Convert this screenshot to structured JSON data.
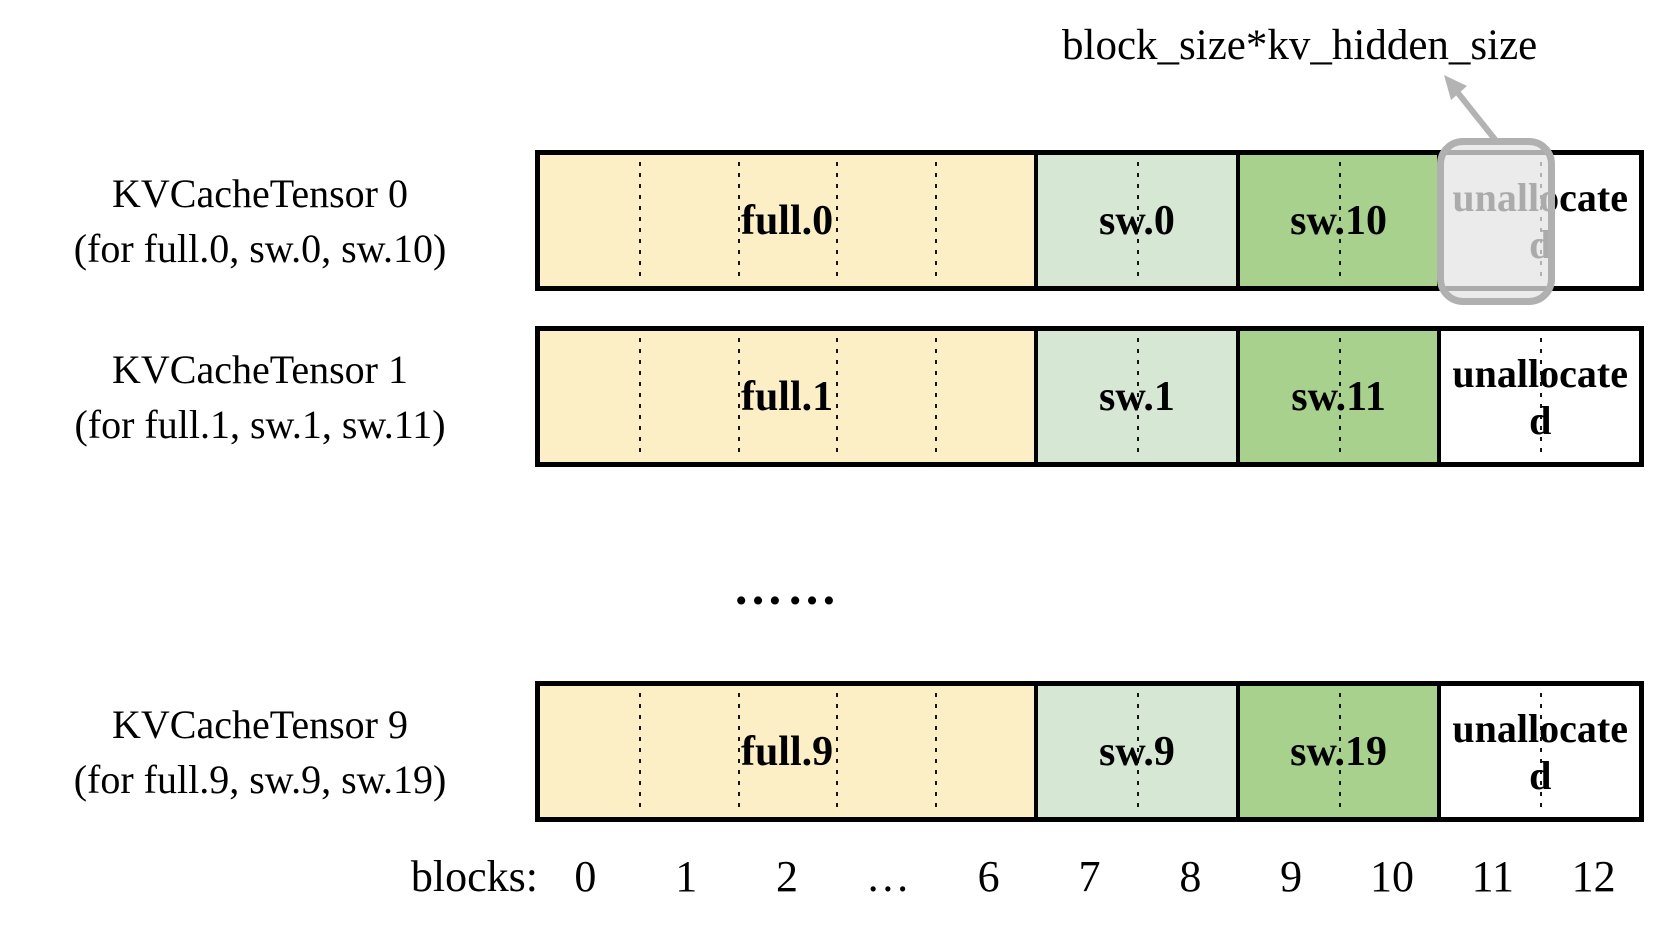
{
  "annotation": {
    "label": "block_size*kv_hidden_size",
    "target": "highlighted block 11 of KVCacheTensor 0"
  },
  "rows": [
    {
      "name_line1": "KVCacheTensor 0",
      "name_line2": "(for full.0, sw.0, sw.10)",
      "segments": {
        "full": "full.0",
        "sw_low": "sw.0",
        "sw_high": "sw.10",
        "unallocated": "unallocated"
      }
    },
    {
      "name_line1": "KVCacheTensor 1",
      "name_line2": "(for full.1, sw.1, sw.11)",
      "segments": {
        "full": "full.1",
        "sw_low": "sw.1",
        "sw_high": "sw.11",
        "unallocated": "unallocated"
      }
    },
    {
      "name_line1": "KVCacheTensor 9",
      "name_line2": "(for full.9, sw.9, sw.19)",
      "segments": {
        "full": "full.9",
        "sw_low": "sw.9",
        "sw_high": "sw.19",
        "unallocated": "unallocated"
      }
    }
  ],
  "rows_ellipsis": "……",
  "axis": {
    "caption": "blocks:",
    "ticks": [
      "0",
      "1",
      "2",
      "…",
      "6",
      "7",
      "8",
      "9",
      "10",
      "11",
      "12"
    ]
  },
  "colors": {
    "full": "#FCEEC5",
    "sw_light": "#D6E8D4",
    "sw_dark": "#A9D18E",
    "unallocated": "#FFFFFF",
    "highlight_fill": "#E7E7E7",
    "highlight_border": "#B0B0B0",
    "arrow": "#B3B3B3",
    "outline": "#000000"
  }
}
